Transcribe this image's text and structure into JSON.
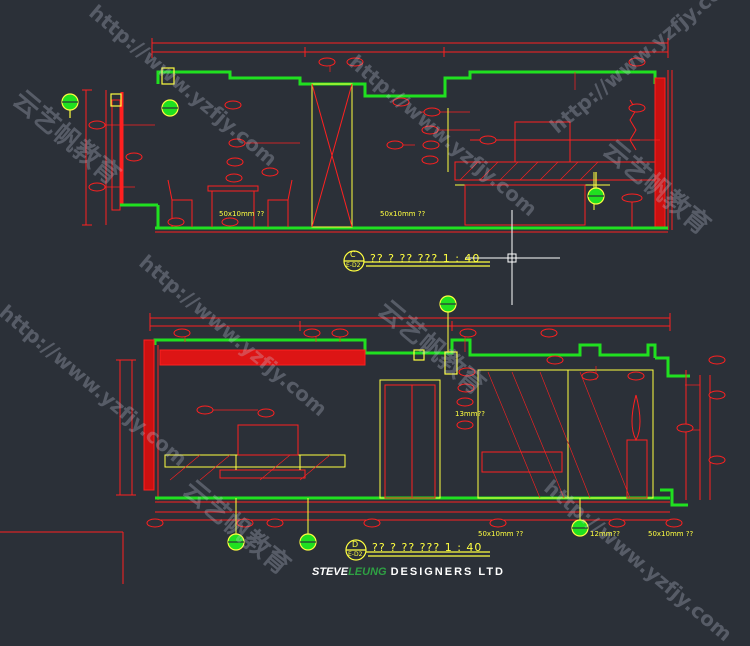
{
  "drawing": {
    "elevation_c": {
      "marker_letter": "C",
      "marker_code": "E-D2",
      "title": "?? ? ??  ??? 1 : 40",
      "dims": [
        "50x10mm ??",
        "50x10mm ??"
      ]
    },
    "elevation_d": {
      "marker_letter": "D",
      "marker_code": "E-D2",
      "title": "?? ? ??  ??? 1 : 40",
      "dims": [
        "13mm??",
        "12mm??",
        "50x10mm ??",
        "50x10mm ??"
      ]
    },
    "brand": {
      "steve": "STEVE",
      "leung": "LEUNG",
      "designers": "DESIGNERS LTD"
    },
    "watermark": [
      "http://www.yzfjy.com",
      "云艺帆教育"
    ],
    "colors": {
      "background": "#2b3038",
      "red": "#ff2020",
      "green": "#20e020",
      "yellow": "#ffff40",
      "white": "#ffffff"
    }
  }
}
